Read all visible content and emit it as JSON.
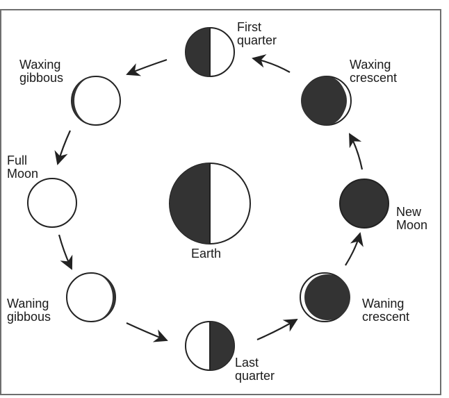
{
  "center": {
    "label": "Earth"
  },
  "phases": [
    {
      "key": "first-quarter",
      "line1": "First",
      "line2": "quarter"
    },
    {
      "key": "waxing-crescent",
      "line1": "Waxing",
      "line2": "crescent"
    },
    {
      "key": "new-moon",
      "line1": "New",
      "line2": "Moon"
    },
    {
      "key": "waning-crescent",
      "line1": "Waning",
      "line2": "crescent"
    },
    {
      "key": "last-quarter",
      "line1": "Last",
      "line2": "quarter"
    },
    {
      "key": "waning-gibbous",
      "line1": "Waning",
      "line2": "gibbous"
    },
    {
      "key": "full-moon",
      "line1": "Full",
      "line2": "Moon"
    },
    {
      "key": "waxing-gibbous",
      "line1": "Waxing",
      "line2": "gibbous"
    }
  ],
  "colors": {
    "dark": "#333333",
    "light": "#ffffff",
    "stroke": "#222222"
  }
}
